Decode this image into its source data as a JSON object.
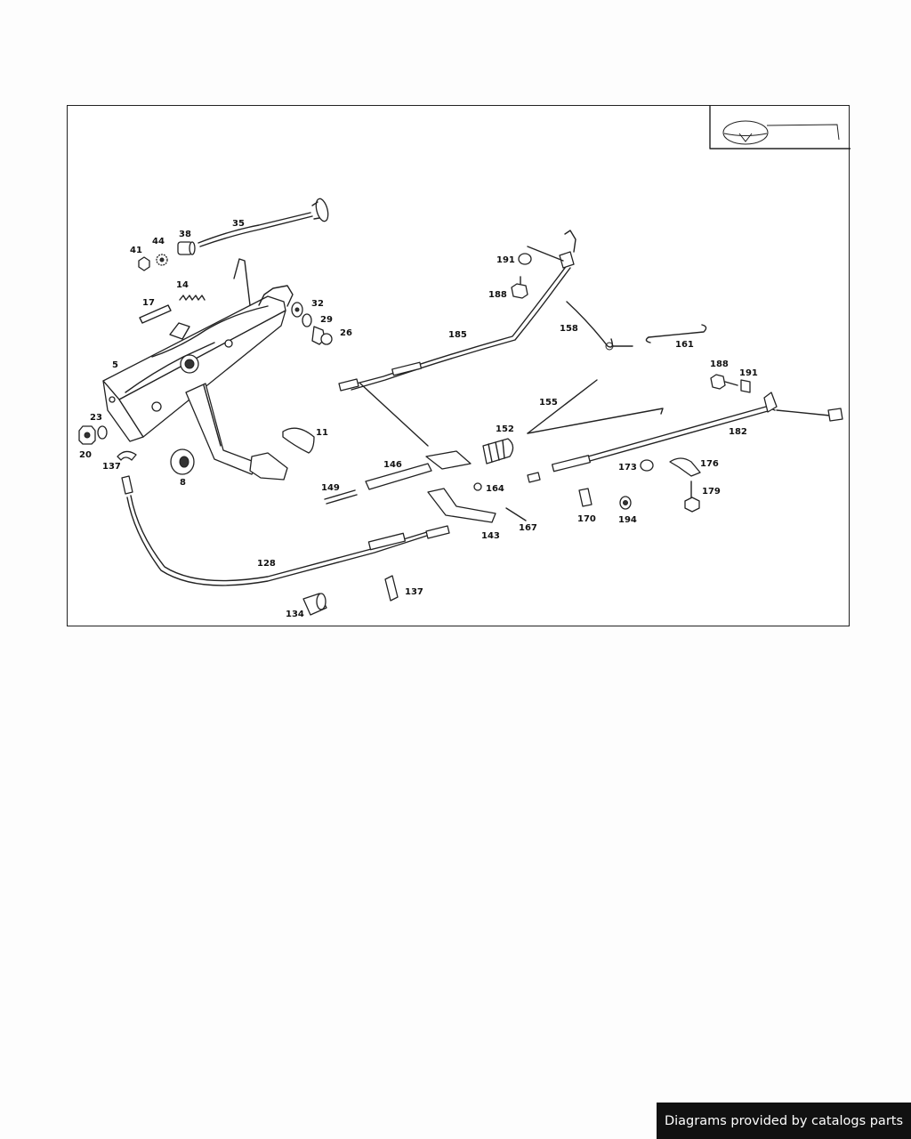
{
  "diagram": {
    "callouts": {
      "c35": "35",
      "c38": "38",
      "c44": "44",
      "c41": "41",
      "c14": "14",
      "c17": "17",
      "c32": "32",
      "c29": "29",
      "c26": "26",
      "c5": "5",
      "c23": "23",
      "c20": "20",
      "c137a": "137",
      "c8": "8",
      "c11": "11",
      "c191a": "191",
      "c188a": "188",
      "c185": "185",
      "c158": "158",
      "c161": "161",
      "c188b": "188",
      "c191b": "191",
      "c155": "155",
      "c152": "152",
      "c182": "182",
      "c146": "146",
      "c149": "149",
      "c164": "164",
      "c143": "143",
      "c167": "167",
      "c173": "173",
      "c176": "176",
      "c179": "179",
      "c170": "170",
      "c194": "194",
      "c128": "128",
      "c137b": "137",
      "c134": "134"
    }
  },
  "footer": {
    "credit": "Diagrams provided by catalogs parts"
  }
}
